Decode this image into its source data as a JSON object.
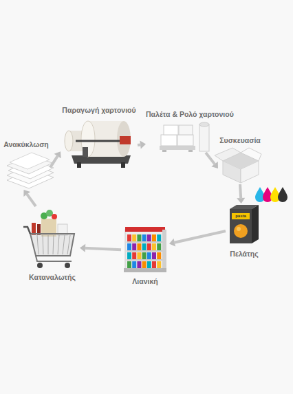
{
  "diagram": {
    "nodes": [
      {
        "text": [
          "Παραγωγή χαρτονιού"
        ]
      },
      {
        "text": [
          "Παλέτα & Ρολό χαρτονιού"
        ]
      },
      {
        "text": [
          "Συσκευασία"
        ]
      },
      {
        "text": [
          "Πελάτης"
        ]
      },
      {
        "text": [
          "Λιανική"
        ]
      },
      {
        "text": [
          "Καταναλωτής"
        ]
      },
      {
        "text": [
          "Ανακύκλωση"
        ]
      }
    ],
    "edges": [
      {
        "from": 0,
        "to": 1,
        "arrow": "to"
      },
      {
        "from": 1,
        "to": 2,
        "arrow": "to"
      },
      {
        "from": 2,
        "to": 3,
        "arrow": "to"
      },
      {
        "from": 3,
        "to": 4,
        "arrow": "to"
      },
      {
        "from": 4,
        "to": 5,
        "arrow": "to"
      },
      {
        "from": 5,
        "to": 6,
        "arrow": "to"
      },
      {
        "from": 6,
        "to": 0,
        "arrow": "to"
      }
    ],
    "labels": [
      "pasta"
    ]
  }
}
